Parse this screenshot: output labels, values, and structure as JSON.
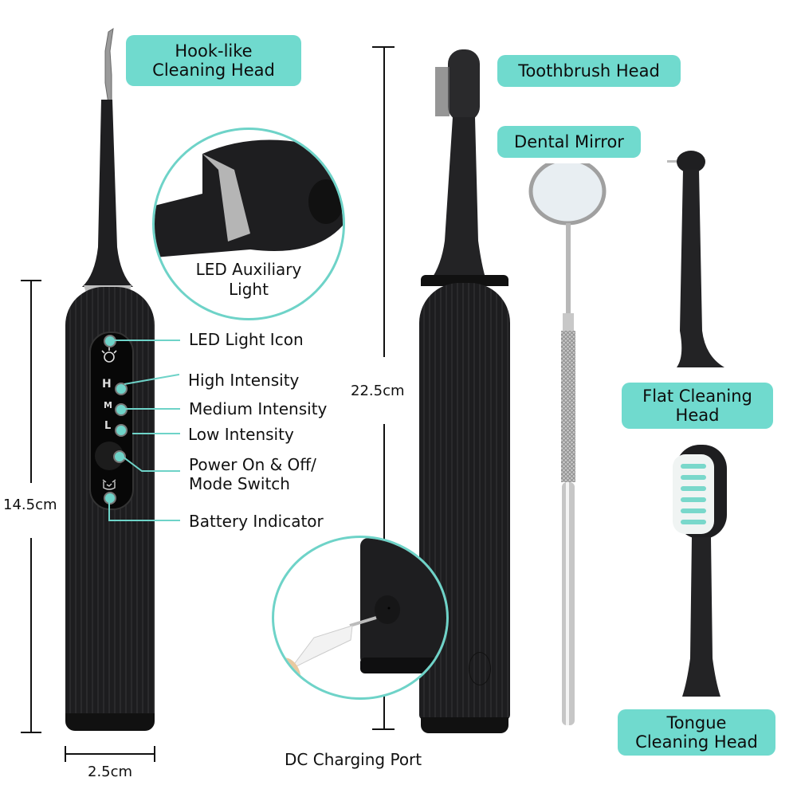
{
  "colors": {
    "accent": "#70dace",
    "leader_line": "#6ed3c8",
    "device_body": "#1d1d1f",
    "text": "#111111",
    "background": "#ffffff"
  },
  "tags": {
    "hook_head": [
      "Hook-like",
      "Cleaning Head"
    ],
    "toothbrush_head": [
      "Toothbrush Head"
    ],
    "dental_mirror": [
      "Dental Mirror"
    ],
    "flat_head": [
      "Flat Cleaning",
      "Head"
    ],
    "tongue_head": [
      "Tongue",
      "Cleaning Head"
    ]
  },
  "callouts": {
    "led_auxiliary": [
      "LED Auxiliary",
      "Light"
    ],
    "led_icon": "LED Light Icon",
    "high": "High Intensity",
    "medium": "Medium Intensity",
    "low": "Low Intensity",
    "power": [
      "Power On & Off/",
      "Mode Switch"
    ],
    "battery": "Battery Indicator",
    "dc_port": "DC Charging Port"
  },
  "panel_letters": {
    "high": "H",
    "medium": "M",
    "low": "L"
  },
  "dimensions": {
    "scaler_height": "14.5cm",
    "scaler_width": "2.5cm",
    "brush_height": "22.5cm"
  },
  "icons": {
    "led": "light-bulb-icon",
    "battery": "battery-icon"
  }
}
